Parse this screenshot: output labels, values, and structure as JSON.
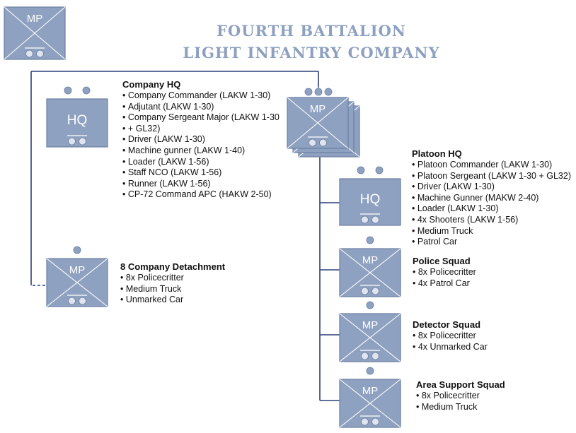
{
  "title": {
    "line1": "FOURTH BATTALION",
    "line2": "LIGHT INFANTRY COMPANY"
  },
  "symbols": {
    "mp_label": "MP",
    "hq_label": "HQ"
  },
  "colors": {
    "symbol_fill": "#8ea1c0",
    "symbol_stroke": "#6b7fa2",
    "dot_fill": "#dfe5ee",
    "connector": "#2c3e78",
    "title": "#8ea0c0"
  },
  "units": {
    "company_hq": {
      "heading": "Company HQ",
      "items": [
        "Company Commander (LAKW 1-30)",
        "Adjutant (LAKW 1-30)",
        "Company Sergeant Major (LAKW 1-30",
        "+ GL32)",
        "Driver (LAKW 1-30)",
        "Machine gunner (LAKW 1-40)",
        "Loader (LAKW 1-56)",
        "Staff NCO (LAKW 1-56)",
        "Runner (LAKW 1-56)",
        "CP-72 Command APC (HAKW 2-50)"
      ]
    },
    "detachment": {
      "heading": "8 Company Detachment",
      "items": [
        "8x Policecritter",
        "Medium Truck",
        "Unmarked Car"
      ]
    },
    "platoon_hq": {
      "heading": "Platoon HQ",
      "items": [
        "Platoon Commander (LAKW 1-30)",
        "Platoon Sergeant (LAKW 1-30 + GL32)",
        "Driver (LAKW 1-30)",
        "Machine Gunner (MAKW 2-40)",
        "Loader (LAKW 1-30)",
        "4x Shooters (LAKW 1-56)",
        "Medium Truck",
        "Patrol Car"
      ]
    },
    "police_squad": {
      "heading": "Police Squad",
      "items": [
        "8x Policecritter",
        "4x Patrol Car"
      ]
    },
    "detector_squad": {
      "heading": "Detector Squad",
      "items": [
        "8x Policecritter",
        "4x Unmarked Car"
      ]
    },
    "area_support_squad": {
      "heading": "Area Support Squad",
      "items": [
        "8x Policecritter",
        "Medium Truck"
      ]
    }
  }
}
